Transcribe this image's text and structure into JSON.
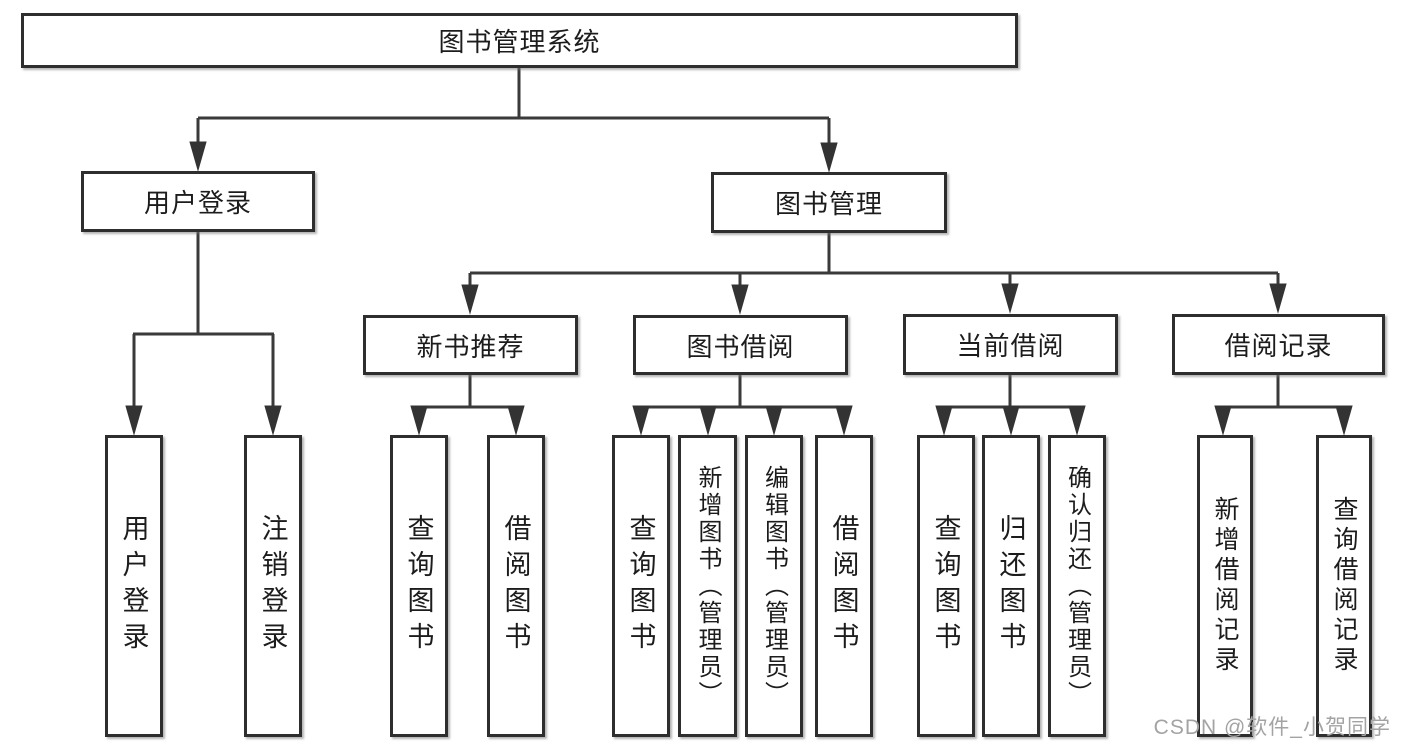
{
  "nodes": {
    "root": "图书管理系统",
    "user_login": "用户登录",
    "book_management": "图书管理",
    "new_book_rec": "新书推荐",
    "book_borrowing": "图书借阅",
    "current_borrowing": "当前借阅",
    "borrow_records": "借阅记录",
    "ul_leaves": [
      "用户登录",
      "注销登录"
    ],
    "nb_leaves": [
      "查询图书",
      "借阅图书"
    ],
    "bb_leaves": [
      "查询图书",
      "新增图书（管理员）",
      "编辑图书（管理员）",
      "借阅图书"
    ],
    "cb_leaves": [
      "查询图书",
      "归还图书",
      "确认归还（管理员）"
    ],
    "br_leaves": [
      "新增借阅记录",
      "查询借阅记录"
    ]
  },
  "watermark": "CSDN @软件_小贺同学",
  "colors": {
    "background": "#ffffff",
    "box_border": "#2e2e2e",
    "connector": "#3a3a3a",
    "text": "#1c1c1c",
    "watermark": "#a3a3a3"
  }
}
